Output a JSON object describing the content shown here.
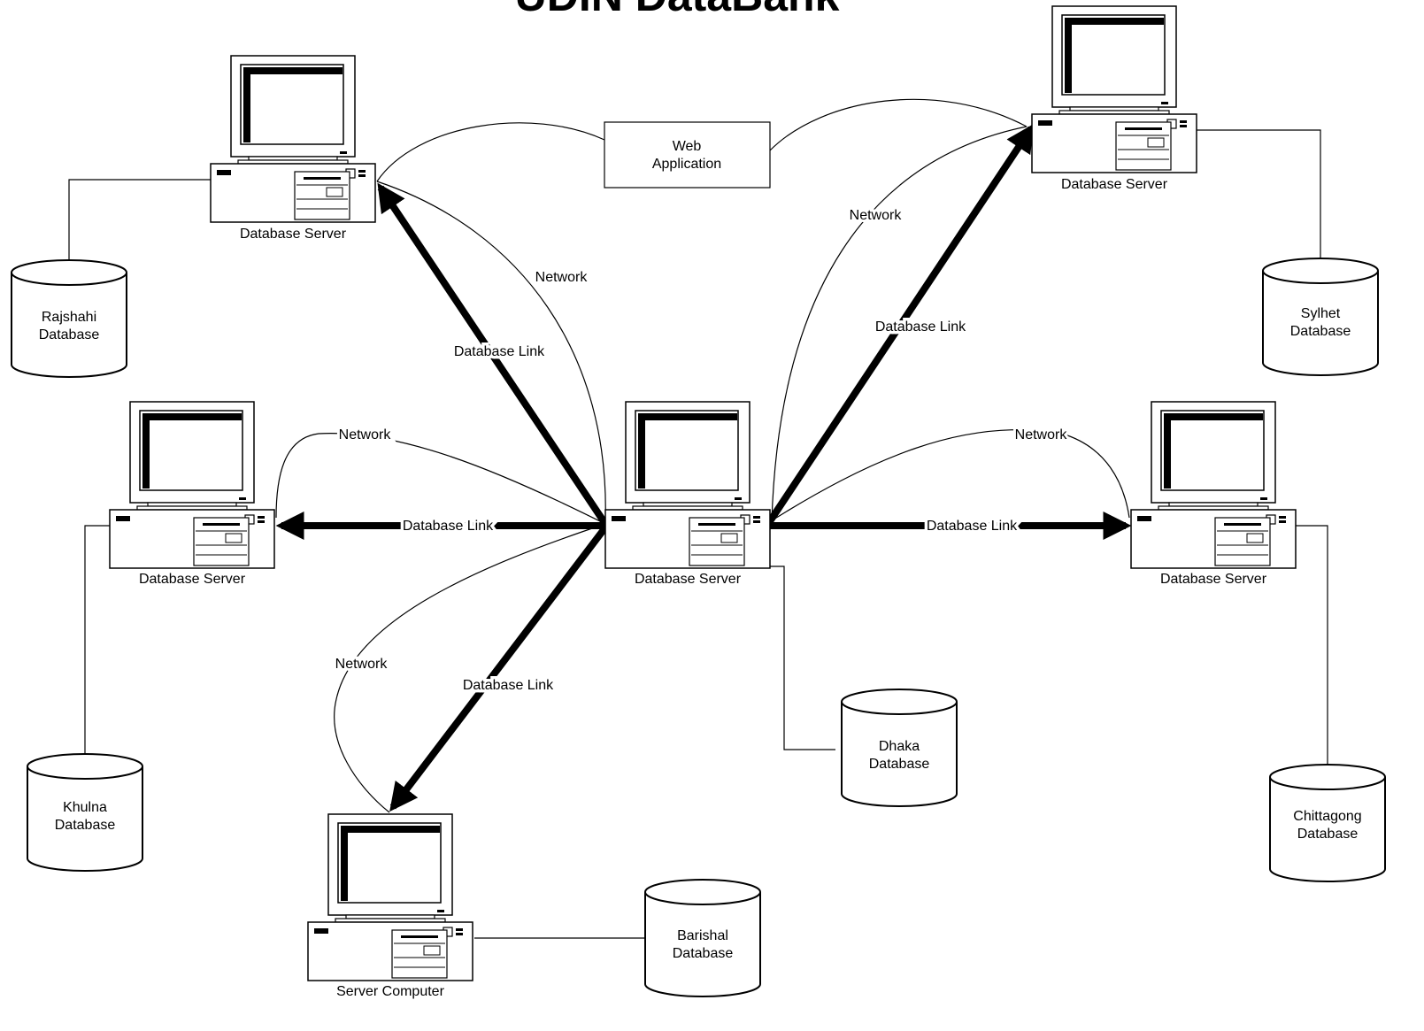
{
  "title": "UDIN DataBank",
  "web_app": {
    "line1": "Web",
    "line2": "Application"
  },
  "servers": {
    "center": "Database Server",
    "nw": "Database Server",
    "ne": "Database Server",
    "w": "Database Server",
    "e": "Database Server",
    "sw": "Server Computer"
  },
  "databases": {
    "rajshahi": {
      "line1": "Rajshahi",
      "line2": "Database"
    },
    "sylhet": {
      "line1": "Sylhet",
      "line2": "Database"
    },
    "khulna": {
      "line1": "Khulna",
      "line2": "Database"
    },
    "dhaka": {
      "line1": "Dhaka",
      "line2": "Database"
    },
    "chittagong": {
      "line1": "Chittagong",
      "line2": "Database"
    },
    "barishal": {
      "line1": "Barishal",
      "line2": "Database"
    }
  },
  "links": {
    "network": "Network",
    "database_link": "Database Link"
  },
  "icons": [
    "computer-icon",
    "database-icon",
    "arrow-icon"
  ]
}
